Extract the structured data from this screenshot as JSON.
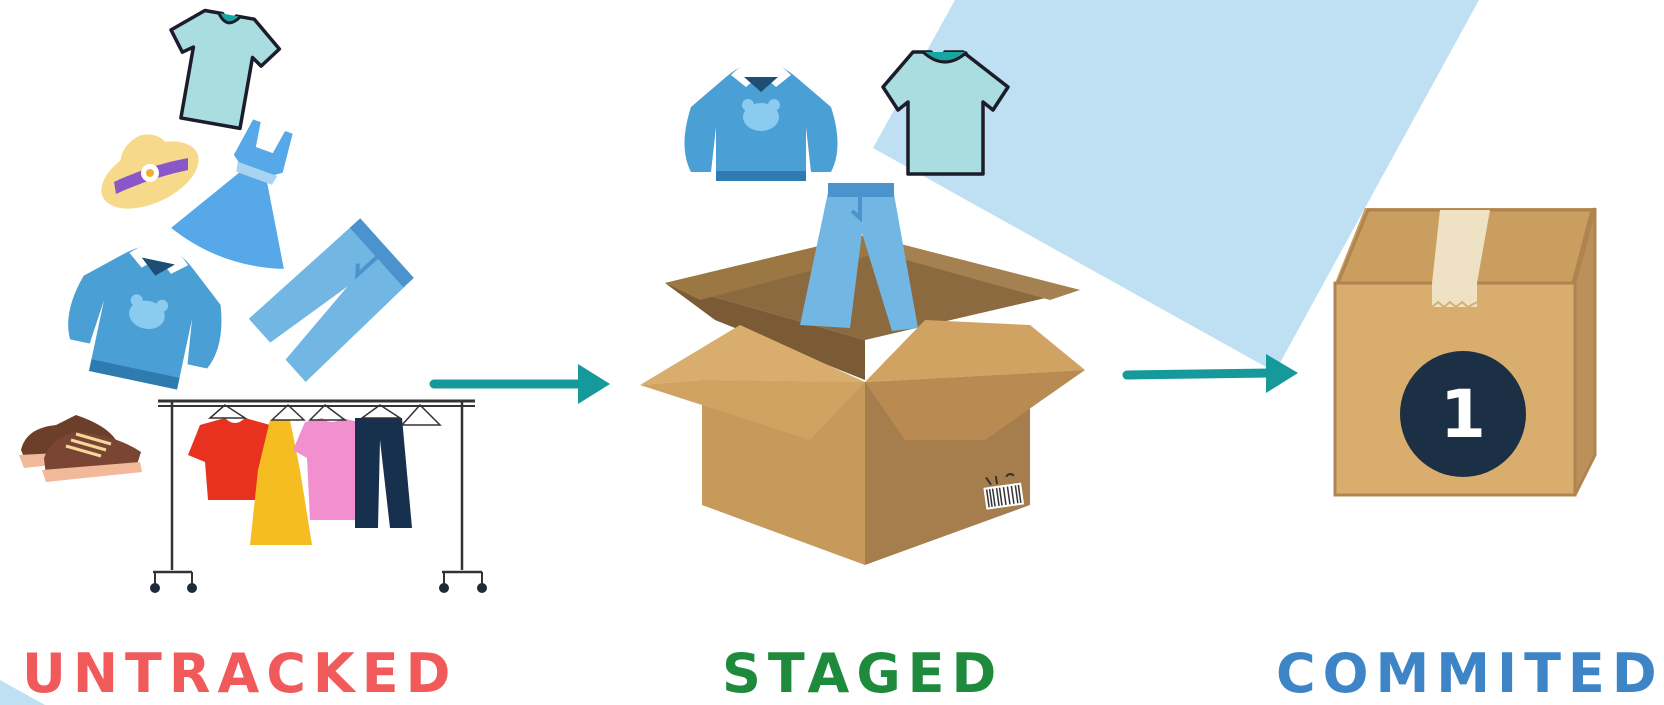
{
  "stages": {
    "untracked": {
      "label": "UNTRACKED",
      "color": "#f05a5a"
    },
    "staged": {
      "label": "STAGED",
      "color": "#1e8a3c"
    },
    "commited": {
      "label": "COMMITED",
      "color": "#3d85c6"
    }
  },
  "commit_badge": {
    "number": "1",
    "color": "#1b2f45"
  },
  "colors": {
    "arrow": "#15999a",
    "beam": "#bfdff3",
    "box": "#d8ad6d",
    "box_dark": "#a67d4d",
    "tape": "#efe2c4"
  },
  "icons": [
    "t-shirt-icon",
    "sun-hat-icon",
    "dress-icon",
    "hoodie-icon",
    "jeans-icon",
    "sneakers-icon",
    "clothes-rack-icon",
    "open-box-icon",
    "closed-box-icon",
    "arrow-icon"
  ]
}
